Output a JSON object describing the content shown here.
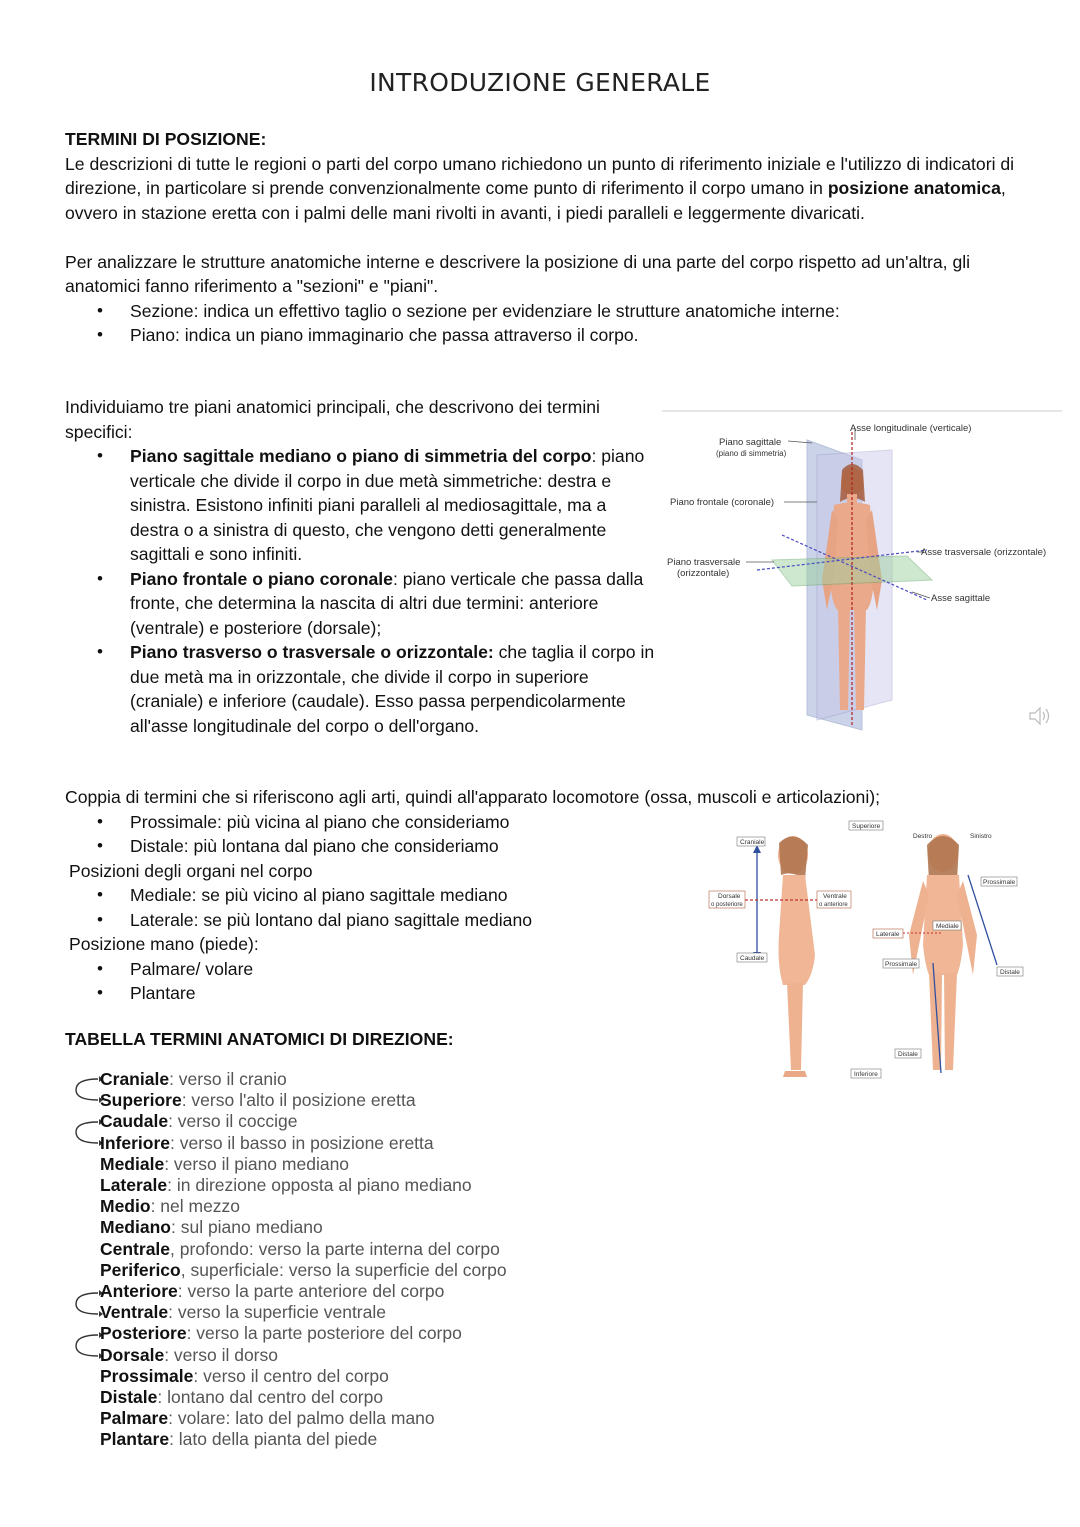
{
  "title": "INTRODUZIONE GENERALE",
  "section1": {
    "heading": "TERMINI DI POSIZIONE:",
    "p1_a": "Le descrizioni di tutte le regioni o parti del corpo umano richiedono un punto di riferimento iniziale e l'utilizzo di indicatori di direzione, in particolare si prende convenzionalmente come punto di riferimento il corpo umano in ",
    "p1_bold": "posizione anatomica",
    "p1_b": ", ovvero in stazione eretta con i palmi delle mani rivolti in avanti, i piedi paralleli e leggermente divaricati.",
    "p2": "Per analizzare le strutture anatomiche interne e descrivere la posizione di una parte del corpo rispetto ad un'altra, gli anatomici fanno riferimento a \"sezioni\" e \"piani\".",
    "bullets": [
      "Sezione: indica un effettivo taglio o sezione per evidenziare le strutture anatomiche interne:",
      "Piano: indica un piano immaginario che passa attraverso il corpo."
    ]
  },
  "planes": {
    "intro": "Individuiamo tre piani anatomici principali, che descrivono dei termini specifici:",
    "items": [
      {
        "bold": "Piano sagittale mediano o piano di simmetria del corpo",
        "text": ": piano verticale che divide il corpo in due metà simmetriche: destra e sinistra. Esistono infiniti piani paralleli al mediosagittale, ma a destra o a sinistra di questo, che vengono detti generalmente sagittali e sono infiniti."
      },
      {
        "bold": "Piano frontale o piano coronale",
        "text": ": piano verticale che passa dalla fronte, che determina la nascita di altri due termini: anteriore (ventrale) e posteriore (dorsale);"
      },
      {
        "bold": "Piano trasverso o trasversale o orizzontale:",
        "text": " che taglia il corpo in due metà ma in orizzontale, che divide il corpo in superiore (craniale) e inferiore (caudale). Esso passa perpendicolarmente all'asse longitudinale del corpo o dell'organo."
      }
    ],
    "figure_labels": {
      "asse_long": "Asse longitudinale (verticale)",
      "piano_sag": "Piano sagittale",
      "piano_sag_sub": "(piano di simmetria)",
      "piano_front": "Piano frontale (coronale)",
      "piano_trasv": "Piano trasversale",
      "piano_trasv_sub": "(orizzontale)",
      "asse_trasv": "Asse trasversale (orizzontale)",
      "asse_sag": "Asse sagittale"
    }
  },
  "limbs": {
    "intro": "Coppia di termini che si riferiscono agli arti, quindi all'apparato locomotore (ossa, muscoli e articolazioni);",
    "bullets1": [
      "Prossimale: più vicina al piano che consideriamo",
      "Distale: più lontana dal piano che consideriamo"
    ],
    "organs_heading": "Posizioni degli organi nel corpo",
    "bullets2": [
      "Mediale: se più vicino al piano sagittale mediano",
      "Laterale: se più lontano dal piano sagittale mediano"
    ],
    "hand_heading": "Posizione mano (piede):",
    "bullets3": [
      "Palmare/ volare",
      "Plantare"
    ],
    "figure_labels": {
      "craniale": "Craniale",
      "dorsale": "Dorsale",
      "dorsale2": "o posteriore",
      "ventrale": "Ventrale",
      "ventrale2": "o anteriore",
      "caudale": "Caudale",
      "superiore": "Superiore",
      "destro": "Destro",
      "sinistro": "Sinistro",
      "prossimale": "Prossimale",
      "mediale": "Mediale",
      "laterale": "Laterale",
      "prossimale2": "Prossimale",
      "distale": "Distale",
      "distale2": "Distale",
      "inferiore": "Inferiore"
    }
  },
  "table": {
    "heading": "TABELLA TERMINI ANATOMICI DI DIREZIONE:",
    "rows": [
      {
        "term": "Craniale",
        "desc": ": verso il cranio"
      },
      {
        "term": "Superiore",
        "desc": ": verso l'alto il posizione eretta"
      },
      {
        "term": "Caudale",
        "desc": ": verso il coccige"
      },
      {
        "term": "Inferiore",
        "desc": ": verso il basso in posizione eretta"
      },
      {
        "term": "Mediale",
        "desc": ": verso il piano mediano"
      },
      {
        "term": "Laterale",
        "desc": ": in direzione opposta al piano mediano"
      },
      {
        "term": "Medio",
        "desc": ": nel mezzo"
      },
      {
        "term": "Mediano",
        "desc": ": sul piano mediano"
      },
      {
        "term": "Centrale",
        "desc": ", profondo: verso la parte interna del corpo"
      },
      {
        "term": "Periferico",
        "desc": ", superficiale: verso la superficie del corpo"
      },
      {
        "term": "Anteriore",
        "desc": ": verso la parte anteriore del corpo"
      },
      {
        "term": "Ventrale",
        "desc": ": verso la superficie ventrale"
      },
      {
        "term": "Posteriore",
        "desc": ": verso la parte posteriore del corpo"
      },
      {
        "term": "Dorsale",
        "desc": ": verso il dorso"
      },
      {
        "term": "Prossimale",
        "desc": ": verso il centro del corpo"
      },
      {
        "term": "Distale",
        "desc": ": lontano dal centro del corpo"
      },
      {
        "term": "Palmare",
        "desc": ": volare: lato del palmo della mano"
      },
      {
        "term": "Plantare",
        "desc": ": lato della pianta del piede"
      }
    ]
  }
}
